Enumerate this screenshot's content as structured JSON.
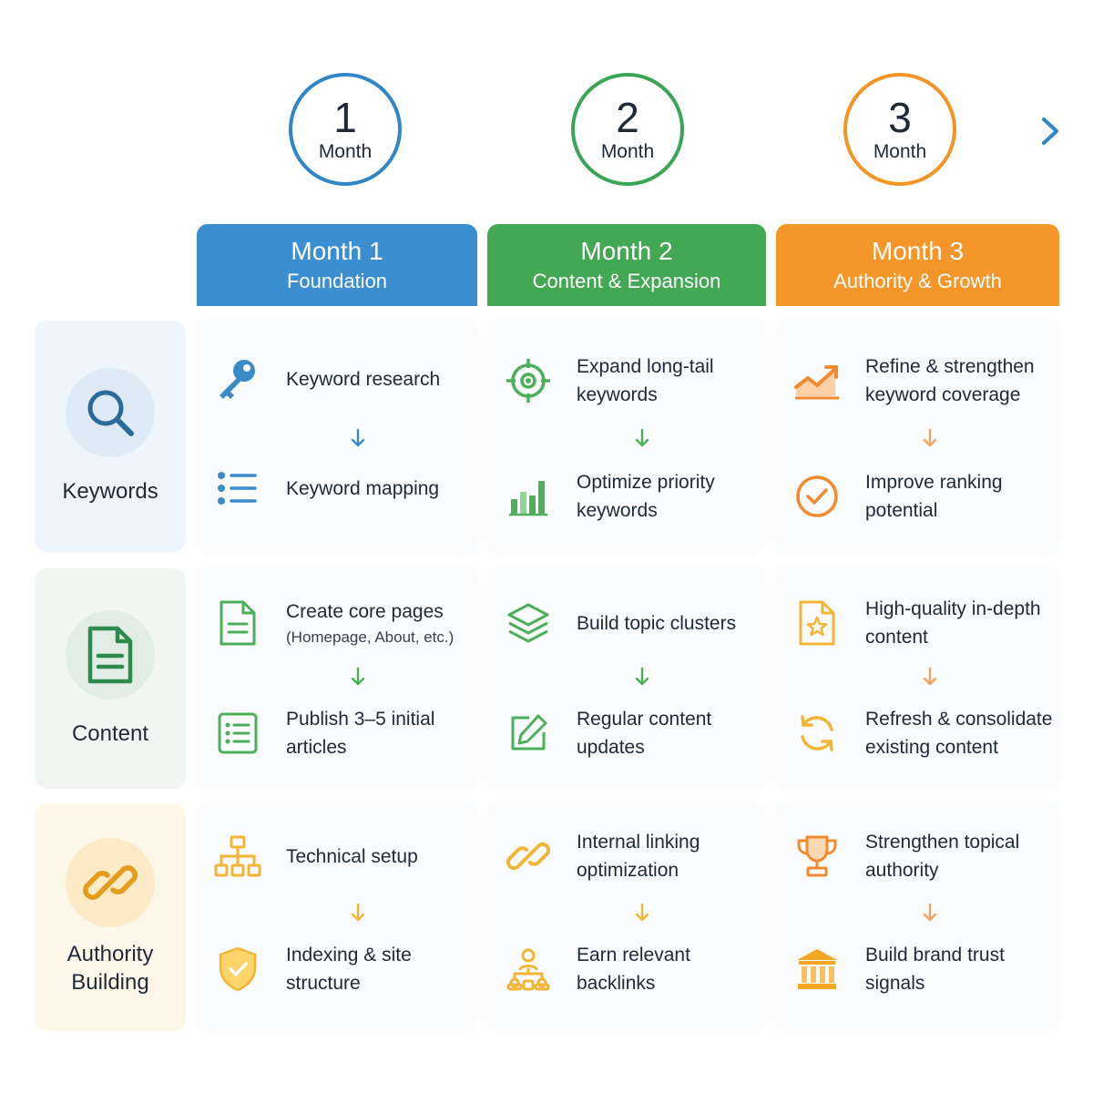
{
  "timeline": {
    "milestones": [
      {
        "number": "1",
        "label": "Month",
        "color": "#2f86c8"
      },
      {
        "number": "2",
        "label": "Month",
        "color": "#3aa655"
      },
      {
        "number": "3",
        "label": "Month",
        "color": "#f39425"
      }
    ]
  },
  "months": [
    {
      "title": "Month 1",
      "subtitle": "Foundation",
      "color": "#3b8fd1"
    },
    {
      "title": "Month 2",
      "subtitle": "Content & Expansion",
      "color": "#43a853"
    },
    {
      "title": "Month 3",
      "subtitle": "Authority & Growth",
      "color": "#f5962a"
    }
  ],
  "rows": [
    {
      "label": "Keywords",
      "icon": "search-icon",
      "bg": "#eef5fc",
      "circle": "#deeaf5",
      "accent": "#2b6b9a"
    },
    {
      "label": "Content",
      "icon": "document-icon",
      "bg": "#f1f6f2",
      "circle": "#e2eee5",
      "accent": "#2f8a4e"
    },
    {
      "label": "Authority Building",
      "icon": "link-icon",
      "bg": "#fdf7e9",
      "circle": "#fcebc6",
      "accent": "#e59b1c"
    }
  ],
  "grid": [
    [
      [
        {
          "text": "Keyword research",
          "icon": "key-icon"
        },
        {
          "text": "Keyword mapping",
          "icon": "list-icon"
        }
      ],
      [
        {
          "text": "Expand long-tail keywords",
          "icon": "target-icon"
        },
        {
          "text": "Optimize priority keywords",
          "icon": "bar-chart-icon"
        }
      ],
      [
        {
          "text": "Refine & strengthen keyword coverage",
          "icon": "trending-up-icon"
        },
        {
          "text": "Improve ranking potential",
          "icon": "check-circle-icon"
        }
      ]
    ],
    [
      [
        {
          "text": "Create core pages",
          "subtext": "(Homepage, About, etc.)",
          "icon": "page-icon"
        },
        {
          "text": "Publish 3–5 initial articles",
          "icon": "checklist-icon"
        }
      ],
      [
        {
          "text": "Build topic clusters",
          "icon": "layers-icon"
        },
        {
          "text": "Regular content updates",
          "icon": "edit-icon"
        }
      ],
      [
        {
          "text": "High-quality in-depth content",
          "icon": "star-document-icon"
        },
        {
          "text": "Refresh & consolidate existing content",
          "icon": "refresh-icon"
        }
      ]
    ],
    [
      [
        {
          "text": "Technical setup",
          "icon": "sitemap-icon"
        },
        {
          "text": "Indexing & site structure",
          "icon": "shield-icon"
        }
      ],
      [
        {
          "text": "Internal linking optimization",
          "icon": "link-icon"
        },
        {
          "text": "Earn relevant backlinks",
          "icon": "network-icon"
        }
      ],
      [
        {
          "text": "Strengthen topical authority",
          "icon": "trophy-icon"
        },
        {
          "text": "Build brand trust signals",
          "icon": "bank-icon"
        }
      ]
    ]
  ],
  "colors": {
    "keywords_blue": "#3a8cc9",
    "content_green": "#4caf5a",
    "authority_yellow": "#f2b535",
    "month3_orange": "#f28b30"
  }
}
